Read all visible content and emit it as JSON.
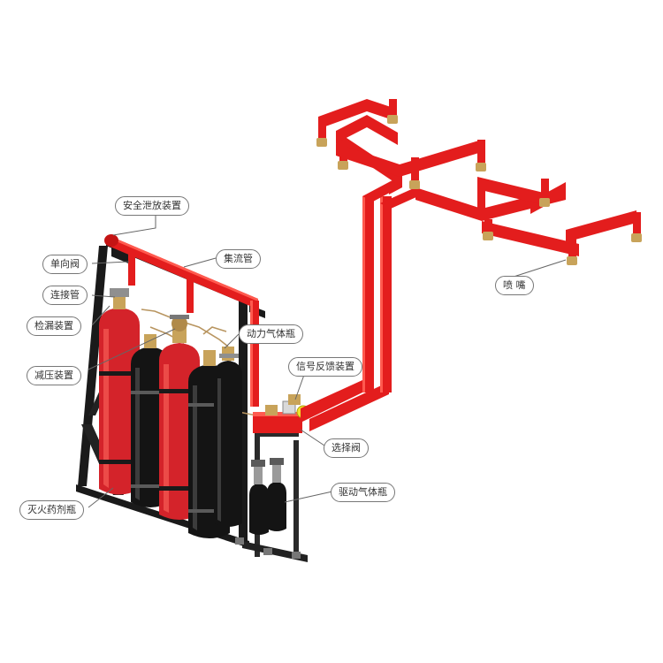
{
  "colors": {
    "pipe_red": "#e31d1d",
    "pipe_highlight": "#ff5a4f",
    "cylinder_red": "#d4232a",
    "cylinder_black": "#141414",
    "frame_black": "#1a1a1a",
    "valve_brass": "#c8a35a",
    "label_border": "#777777",
    "leader_line": "#666666"
  },
  "labels": {
    "safety_relief": "安全泄放装置",
    "check_valve": "单向阀",
    "connecting_pipe": "连接管",
    "leak_detector": "检漏装置",
    "pressure_reducer": "减压装置",
    "agent_cylinder": "灭火药剂瓶",
    "manifold": "集流管",
    "power_gas_cylinder": "动力气体瓶",
    "signal_feedback": "信号反馈装置",
    "selector_valve": "选择阀",
    "drive_gas_cylinder": "驱动气体瓶",
    "nozzle": "喷  嘴"
  }
}
